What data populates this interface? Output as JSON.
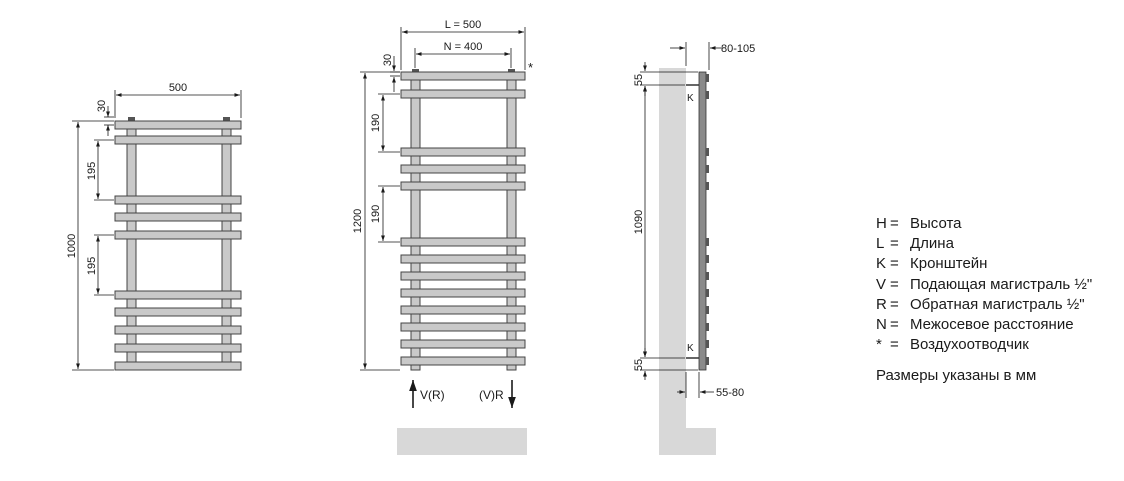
{
  "left_view": {
    "width_label": "500",
    "height_label": "1000",
    "top_offset_label": "30",
    "gap_upper_label": "195",
    "gap_lower_label": "195"
  },
  "front_view": {
    "length_label": "L = 500",
    "axis_distance_label": "N = 400",
    "height_label": "1200",
    "top_offset_label": "30",
    "gap_upper_label": "190",
    "gap_lower_label": "190",
    "air_vent_marker": "*",
    "flow_left_label": "V(R)",
    "flow_right_label": "(V)R"
  },
  "side_view": {
    "depth_top_label": "80-105",
    "depth_bottom_label": "55-80",
    "top_offset_label": "55",
    "bottom_offset_label": "55",
    "bracket_distance_label": "1090",
    "bracket_top_label": "K",
    "bracket_bottom_label": "K"
  },
  "legend": {
    "items": [
      {
        "symbol": "H",
        "text": "Высота"
      },
      {
        "symbol": "L",
        "text": "Длина"
      },
      {
        "symbol": "K",
        "text": "Кронштейн"
      },
      {
        "symbol": "V",
        "text": "Подающая магистраль ½\""
      },
      {
        "symbol": "R",
        "text": "Обратная магистраль ½\""
      },
      {
        "symbol": "N",
        "text": "Межосевое расстояние"
      },
      {
        "symbol": "*",
        "text": "Воздухоотводчик"
      }
    ],
    "note": "Размеры указаны в мм"
  }
}
